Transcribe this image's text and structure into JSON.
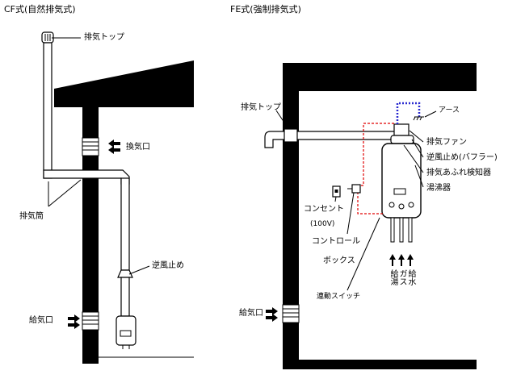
{
  "cf": {
    "title": "CF式(自然排気式)",
    "exhaust_top": "排気トップ",
    "ventilation": "換気口",
    "exhaust_pipe": "排気筒",
    "backdraft_stop": "逆風止め",
    "air_supply": "給気口"
  },
  "fe": {
    "title": "FE式(強制排気式)",
    "exhaust_top": "排気トップ",
    "earth": "アース",
    "exhaust_fan": "排気ファン",
    "backdraft_baffle": "逆風止め(バフラー)",
    "overflow_detector": "排気あふれ検知器",
    "water_heater": "湯沸器",
    "outlet": "コンセント",
    "voltage": "(100V)",
    "control": "コントロール",
    "box": "ボックス",
    "hot_water": "給湯",
    "gas": "ガス",
    "water": "給水",
    "linked_switch": "連動スイッチ",
    "air_supply": "給気口"
  }
}
